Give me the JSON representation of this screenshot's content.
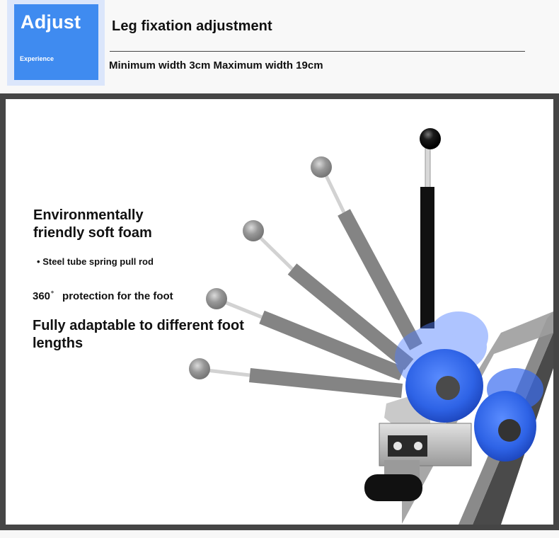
{
  "header": {
    "badge": {
      "title": "Adjust",
      "subtitle": "Experience",
      "color": "#3f8bf0",
      "frame_color": "#dbe6fb"
    },
    "title": "Leg fixation adjustment",
    "subtitle": "Minimum width 3cm Maximum width 19cm"
  },
  "features": {
    "foam": "Environmentally friendly soft foam",
    "rod": "Steel tube spring pull rod",
    "rod_bullet": "•",
    "protection_value": "360",
    "protection_degree": "°",
    "protection_text": "protection for the foot",
    "adaptable": "Fully adaptable to different foot lengths"
  },
  "illustration": {
    "subject": "leg-fixation-adjustment-mechanism",
    "positions": 5,
    "foam_roller_color": "#2f67e8",
    "rod_color_active": "#111111",
    "rod_color_ghost": "#7c7c7c"
  },
  "colors": {
    "frame": "#454545",
    "panel": "#ffffff",
    "page": "#f7f7f7"
  }
}
